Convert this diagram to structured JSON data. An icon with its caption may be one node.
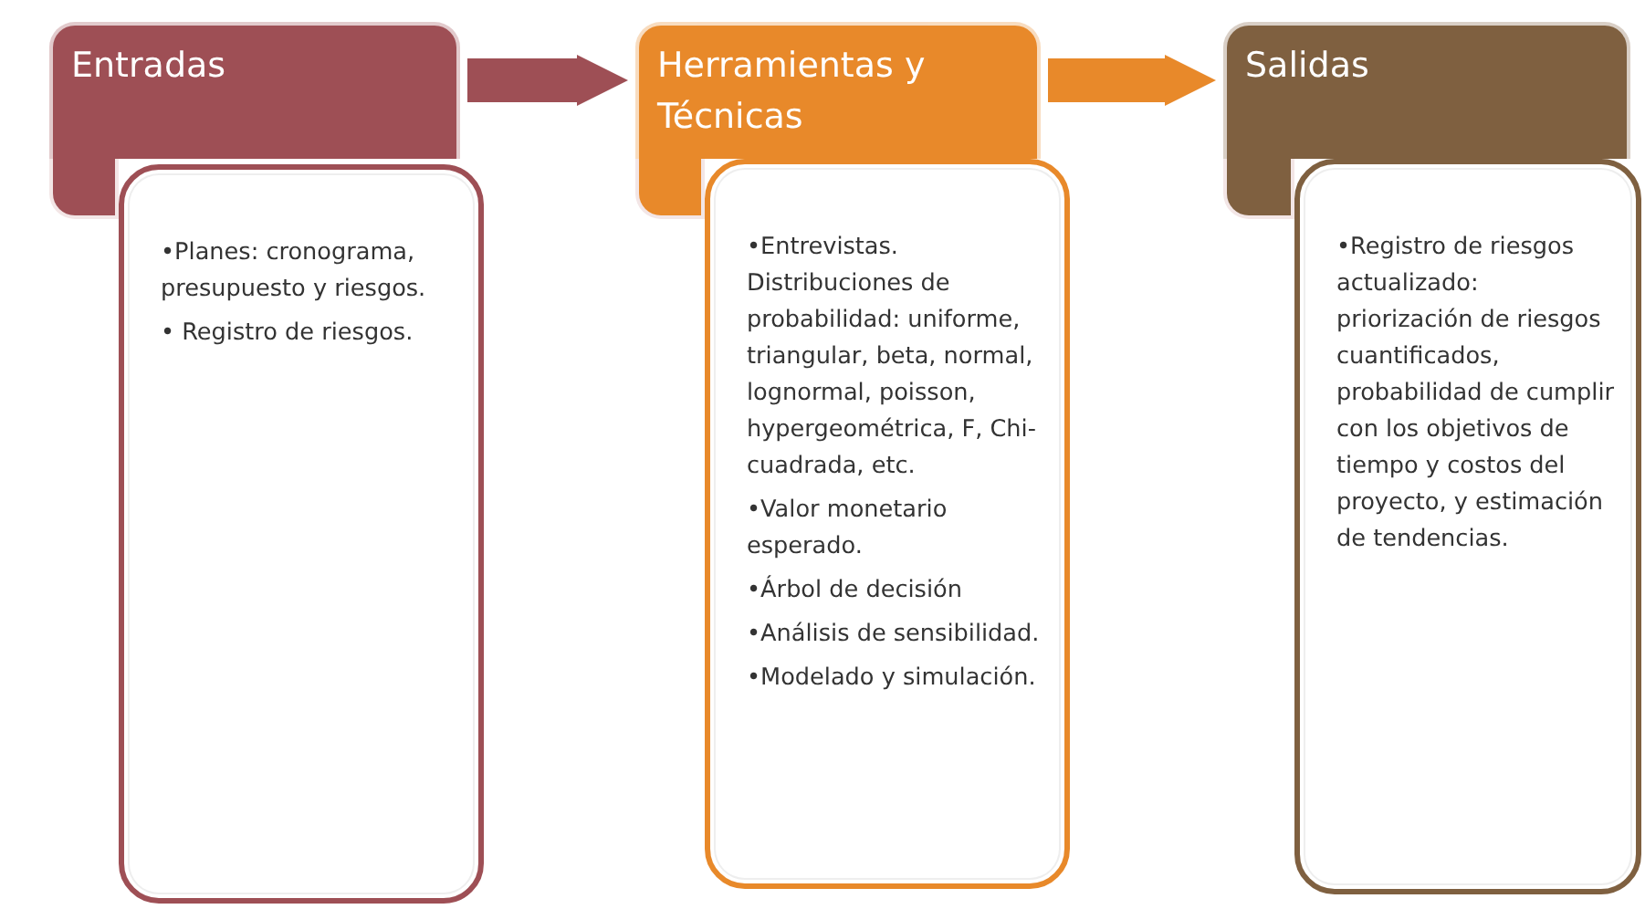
{
  "diagram": {
    "nodes": [
      {
        "text": [
          "Entradas"
        ]
      },
      {
        "text": [
          "•Planes: cronograma, presupuesto y riesgos.",
          "• Registro de riesgos."
        ]
      },
      {
        "text": [
          "Herramientas y Técnicas"
        ]
      },
      {
        "text": [
          "•Entrevistas. Distribuciones de probabilidad: uniforme, triangular, beta, normal, lognormal, poisson, hypergeométrica, F, Chi-cuadrada,  etc.",
          "•Valor monetario esperado.",
          "•Árbol de decisión",
          "•Análisis de sensibilidad.",
          "•Modelado y simulación."
        ]
      },
      {
        "text": [
          "Salidas"
        ]
      },
      {
        "text": [
          "•Registro de riesgos actualizado: priorización de riesgos cuantificados, probabilidad de cumplir con los objetivos de tiempo y costos del proyecto, y estimación de tendencias."
        ]
      }
    ],
    "edges": [
      {
        "from": 0,
        "to": 2,
        "arrow": "to",
        "color": "#9e4f55"
      },
      {
        "from": 2,
        "to": 4,
        "arrow": "to",
        "color": "#e8892a"
      }
    ]
  }
}
